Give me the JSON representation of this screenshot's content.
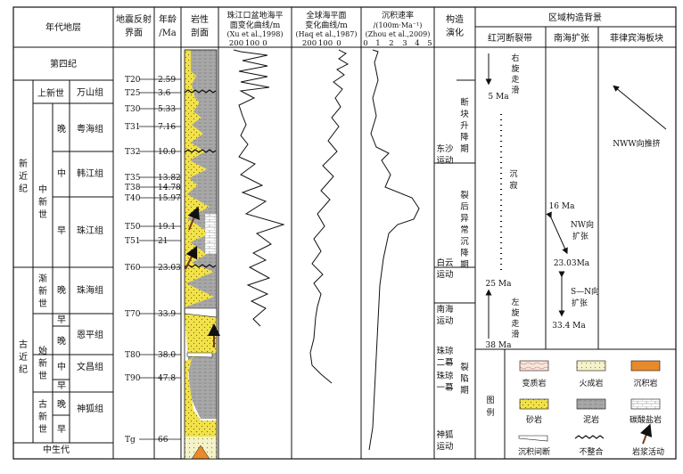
{
  "headers": {
    "strat": "年代地层",
    "reflector": [
      "地震反射",
      "界面"
    ],
    "age": [
      "年龄",
      "/Ma"
    ],
    "litho": [
      "岩性",
      "剖面"
    ],
    "pearl_curve": [
      "珠江口盆地海平",
      "面变化曲线/m",
      "(Xu et al.,1998)"
    ],
    "global_curve": [
      "全球海平面",
      "变化曲线/m",
      "(Haq et al.,1987)"
    ],
    "sed_rate": [
      "沉积速率",
      "/(100m·Ma⁻¹)",
      "(Zhou et al.,2009)"
    ],
    "tectonic": [
      "构造",
      "演化"
    ],
    "regional": "区域构造背景",
    "sub": [
      "红河断裂带",
      "南海扩张",
      "菲律宾海板块"
    ]
  },
  "axis_labels": {
    "pearl": [
      "200",
      "100",
      "0"
    ],
    "global": [
      "200",
      "100",
      "0"
    ],
    "rate": [
      "0",
      "1",
      "2",
      "3",
      "4",
      "5"
    ]
  },
  "strat": {
    "quaternary": "第四纪",
    "neogene": "新近纪",
    "paleogene": "古近纪",
    "mesozoic": "中生代",
    "pliocene": "上新世",
    "miocene": "中新世",
    "oligocene": "渐新世",
    "eocene": "始新世",
    "paleocene": "古新世",
    "late": "晚",
    "middle": "中",
    "early": "早",
    "formations": [
      "万山组",
      "粤海组",
      "韩江组",
      "珠江组",
      "珠海组",
      "恩平组",
      "文昌组",
      "神狐组"
    ]
  },
  "reflectors": [
    {
      "name": "T20",
      "age": "2.59"
    },
    {
      "name": "T25",
      "age": "3.6"
    },
    {
      "name": "T30",
      "age": "5.33"
    },
    {
      "name": "T31",
      "age": "7.16"
    },
    {
      "name": "T32",
      "age": "10.0"
    },
    {
      "name": "T35",
      "age": "13.82"
    },
    {
      "name": "T38",
      "age": "14.78"
    },
    {
      "name": "T40",
      "age": "15.97"
    },
    {
      "name": "T50",
      "age": "19.1"
    },
    {
      "name": "T51",
      "age": "21"
    },
    {
      "name": "T60",
      "age": "23.03"
    },
    {
      "name": "T70",
      "age": "33.9"
    },
    {
      "name": "T80",
      "age": "38.0"
    },
    {
      "name": "T90",
      "age": "47.8"
    },
    {
      "name": "Tg",
      "age": "66"
    }
  ],
  "tectonic": {
    "dongsha": [
      "东沙",
      "运动"
    ],
    "baiyun": [
      "白云",
      "运动"
    ],
    "nanhai": [
      "南海",
      "运动"
    ],
    "zhuqiong2": [
      "珠琼",
      "二幕"
    ],
    "zhuqiong1": [
      "珠琼",
      "一幕"
    ],
    "shenhu": [
      "神狐",
      "运动"
    ],
    "stage_block": [
      "断",
      "块",
      "升",
      "降",
      "期"
    ],
    "stage_post": [
      "裂",
      "后",
      "异",
      "常",
      "沉",
      "降",
      "期"
    ],
    "stage_rift": [
      "裂",
      "陷",
      "期"
    ]
  },
  "redriver": {
    "right": [
      "右",
      "旋",
      "走",
      "滑"
    ],
    "ma5": "5 Ma",
    "silent": [
      "沉",
      "寂"
    ],
    "ma25": "25 Ma",
    "left": [
      "左",
      "旋",
      "走",
      "滑"
    ],
    "ma38": "38 Ma"
  },
  "scs": {
    "ma16": "16 Ma",
    "nw": [
      "NW向",
      "扩张"
    ],
    "ma23": "23.03Ma",
    "sn": [
      "S—N向",
      "扩张"
    ],
    "ma33": "33.4 Ma"
  },
  "philippine": {
    "nww": "NWW向推挤"
  },
  "legend": {
    "title": [
      "图",
      "例"
    ],
    "items": [
      "变质岩",
      "火成岩",
      "沉积岩",
      "砂岩",
      "泥岩",
      "碳酸盐岩",
      "沉积间断",
      "不整合",
      "岩浆活动"
    ]
  },
  "colors": {
    "sandstone": "#f2e24a",
    "mudstone": "#a8a8a8",
    "carbonate": "#ffffff",
    "sedimentary": "#e98a2a",
    "igneous": "#f4f2c8",
    "metamorphic": "#f7e6dc"
  }
}
